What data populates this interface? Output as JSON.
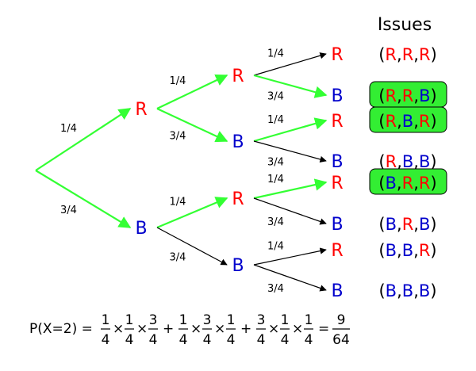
{
  "header": "Issues",
  "colors": {
    "R": "#ff0000",
    "B": "#0000cc",
    "branch_highlight": "#33ff33",
    "branch_normal": "#000000",
    "outcome_highlight": "#33ee33",
    "text": "#000000"
  },
  "tree": {
    "level1": [
      {
        "id": "n1R",
        "label": "R",
        "color": "R",
        "prob": "1/4",
        "highlight": true
      },
      {
        "id": "n1B",
        "label": "B",
        "color": "B",
        "prob": "3/4",
        "highlight": true
      }
    ],
    "level2": [
      {
        "id": "n2RR",
        "parent": "n1R",
        "label": "R",
        "color": "R",
        "prob": "1/4",
        "highlight": true
      },
      {
        "id": "n2RB",
        "parent": "n1R",
        "label": "B",
        "color": "B",
        "prob": "3/4",
        "highlight": true
      },
      {
        "id": "n2BR",
        "parent": "n1B",
        "label": "R",
        "color": "R",
        "prob": "1/4",
        "highlight": true
      },
      {
        "id": "n2BB",
        "parent": "n1B",
        "label": "B",
        "color": "B",
        "prob": "3/4",
        "highlight": false
      }
    ],
    "level3": [
      {
        "id": "n3RRR",
        "parent": "n2RR",
        "label": "R",
        "color": "R",
        "prob": "1/4",
        "highlight": false
      },
      {
        "id": "n3RRB",
        "parent": "n2RR",
        "label": "B",
        "color": "B",
        "prob": "3/4",
        "highlight": true
      },
      {
        "id": "n3RBR",
        "parent": "n2RB",
        "label": "R",
        "color": "R",
        "prob": "1/4",
        "highlight": true
      },
      {
        "id": "n3RBB",
        "parent": "n2RB",
        "label": "B",
        "color": "B",
        "prob": "3/4",
        "highlight": false
      },
      {
        "id": "n3BRR",
        "parent": "n2BR",
        "label": "R",
        "color": "R",
        "prob": "1/4",
        "highlight": true
      },
      {
        "id": "n3BRB",
        "parent": "n2BR",
        "label": "B",
        "color": "B",
        "prob": "3/4",
        "highlight": false
      },
      {
        "id": "n3BBR",
        "parent": "n2BB",
        "label": "R",
        "color": "R",
        "prob": "1/4",
        "highlight": false
      },
      {
        "id": "n3BBB",
        "parent": "n2BB",
        "label": "B",
        "color": "B",
        "prob": "3/4",
        "highlight": false
      }
    ]
  },
  "outcomes": [
    {
      "letters": [
        "R",
        "R",
        "R"
      ],
      "highlight": false
    },
    {
      "letters": [
        "R",
        "R",
        "B"
      ],
      "highlight": true
    },
    {
      "letters": [
        "R",
        "B",
        "R"
      ],
      "highlight": true
    },
    {
      "letters": [
        "R",
        "B",
        "B"
      ],
      "highlight": false
    },
    {
      "letters": [
        "B",
        "R",
        "R"
      ],
      "highlight": true
    },
    {
      "letters": [
        "B",
        "R",
        "B"
      ],
      "highlight": false
    },
    {
      "letters": [
        "B",
        "B",
        "R"
      ],
      "highlight": false
    },
    {
      "letters": [
        "B",
        "B",
        "B"
      ],
      "highlight": false
    }
  ],
  "formula": {
    "lhs": "P(X=2) =",
    "terms": [
      [
        "1/4",
        "1/4",
        "3/4"
      ],
      [
        "1/4",
        "3/4",
        "1/4"
      ],
      [
        "3/4",
        "1/4",
        "1/4"
      ]
    ],
    "times": "×",
    "plus": "+",
    "equals": "=",
    "result": "9/64"
  }
}
